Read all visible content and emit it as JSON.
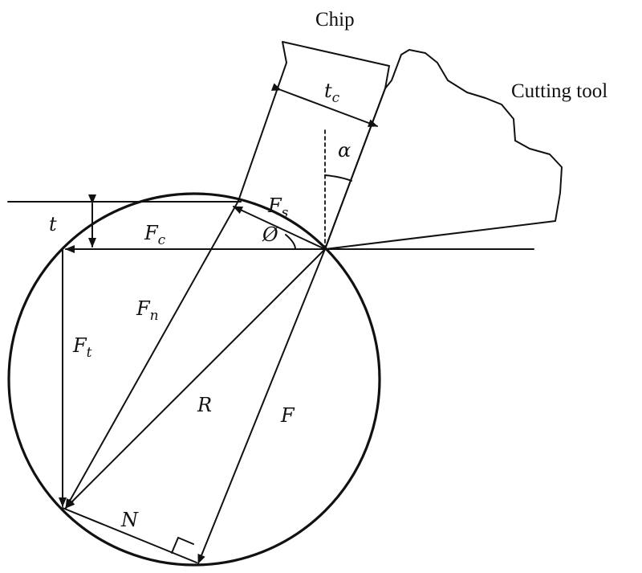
{
  "labels": {
    "chip": "Chip",
    "cutting_tool": "Cutting tool",
    "tc_main": "t",
    "tc_sub": "c",
    "alpha": "α",
    "fs_main": "F",
    "fs_sub": "s",
    "phi": "Ø",
    "t": "t",
    "fc_main": "F",
    "fc_sub": "c",
    "fn_main": "F",
    "fn_sub": "n",
    "ft_main": "F",
    "ft_sub": "t",
    "r": "R",
    "f": "F",
    "n": "N"
  },
  "colors": {
    "stroke": "#111111",
    "background": "#ffffff"
  }
}
